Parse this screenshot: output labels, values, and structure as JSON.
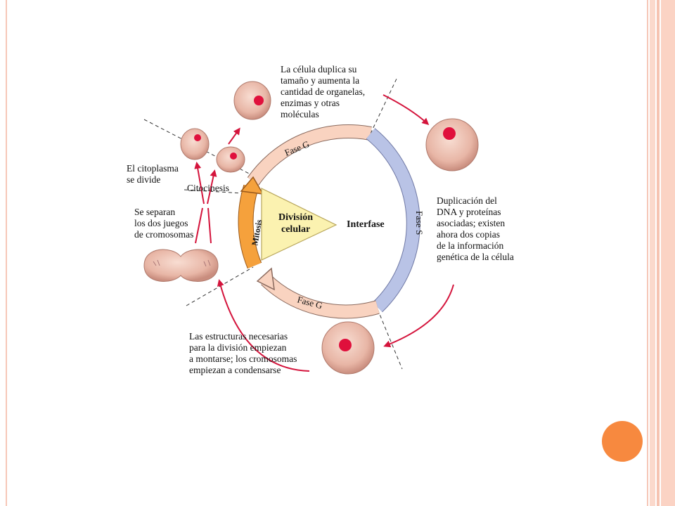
{
  "diagram": {
    "center_title_line1": "División",
    "center_title_line2": "celular",
    "interphase": "Interfase",
    "mitosis": "Mitosis",
    "phase_g_top": "Fase G",
    "phase_s": "Fase S",
    "phase_g_bottom": "Fase G",
    "cytokinesis": "Citocinesis",
    "note_top": [
      "La célula duplica su",
      "tamaño y aumenta la",
      "cantidad de organelas,",
      "enzimas y otras",
      "moléculas"
    ],
    "note_right": [
      "Duplicación del",
      "DNA y proteínas",
      "asociadas; existen",
      "ahora dos copias",
      "de la información",
      "genética de la célula"
    ],
    "note_bottom": [
      "Las estructuras necesarias",
      "para la división empiezan",
      "a montarse; los cromosomas",
      "empiezan a condensarse"
    ],
    "note_cytoplasm": [
      "El citoplasma",
      "se divide"
    ],
    "note_chromosomes": [
      "Se separan",
      "los dos juegos",
      "de cromosomas"
    ]
  },
  "colors": {
    "g_phase": "#f9d3c0",
    "s_phase": "#b9c3e6",
    "mitosis": "#f5a13c",
    "division_wedge": "#fbf2b0",
    "cell_body": "#e8b6a6",
    "nucleus": "#e0103c",
    "arrow": "#d4143c",
    "accent": "#f7893f"
  }
}
